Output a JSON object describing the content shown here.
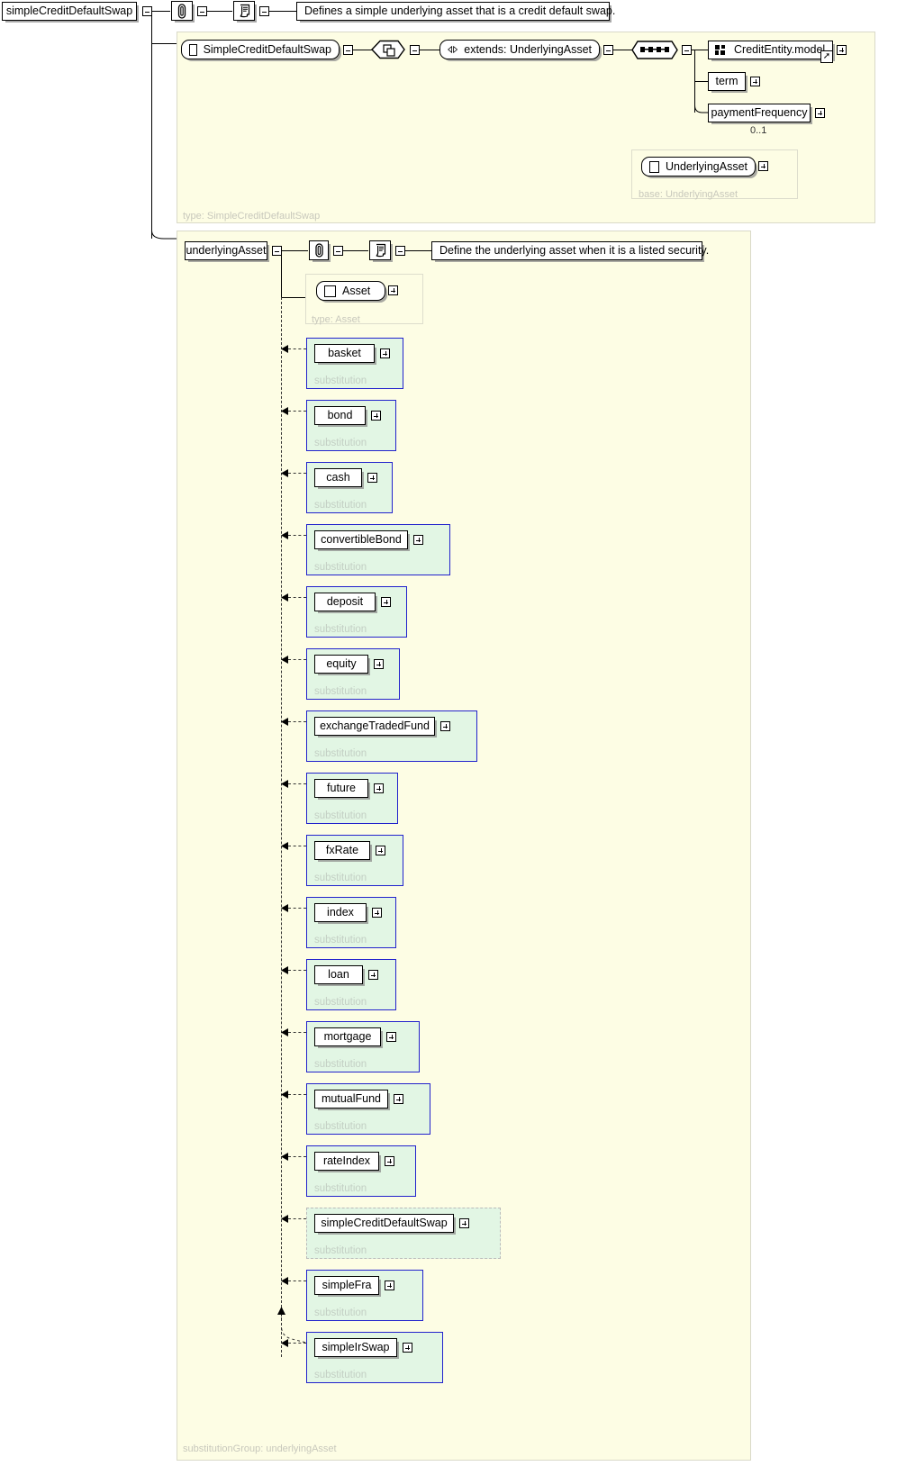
{
  "diagram": {
    "title": "simpleCreditDefaultSwap",
    "root_element": "simpleCreditDefaultSwap",
    "annotation_icon": "paperclip-icon",
    "documentation_icon": "documentation-scroll-icon",
    "documentation": "Defines a simple underlying asset that is a credit default swap.",
    "accent_border": "#2222cc",
    "substitution_fill": "#e2f6e4",
    "region_fill": "#fdfde4"
  },
  "complex_type_region": {
    "type_label": "type: SimpleCreditDefaultSwap",
    "type_name": "SimpleCreditDefaultSwap",
    "extends_label": "extends: UnderlyingAsset",
    "sequence_icon": "sequence-icon",
    "choice_icon": "extension-icon",
    "children": [
      {
        "name": "CreditEntity.model",
        "icon": "model-group-icon",
        "external": true,
        "toggle": "plus"
      },
      {
        "name": "term",
        "toggle": "plus"
      },
      {
        "name": "paymentFrequency",
        "toggle": "plus",
        "occurs": "0..1"
      }
    ],
    "base_box": {
      "name": "UnderlyingAsset",
      "base_label": "base: UnderlyingAsset",
      "toggle": "plus"
    }
  },
  "substitution_region": {
    "element_name": "underlyingAsset",
    "annotation_icon": "paperclip-icon",
    "documentation_icon": "documentation-scroll-icon",
    "documentation": "Define the underlying asset when it is a listed security.",
    "group_label": "substitutionGroup: underlyingAsset",
    "head": {
      "name": "Asset",
      "type_label": "type: Asset",
      "toggle": "plus"
    },
    "substitution_label": "substitution",
    "members": [
      {
        "name": "basket",
        "toggle": "plus",
        "self": false
      },
      {
        "name": "bond",
        "toggle": "plus",
        "self": false
      },
      {
        "name": "cash",
        "toggle": "plus",
        "self": false
      },
      {
        "name": "convertibleBond",
        "toggle": "plus",
        "self": false
      },
      {
        "name": "deposit",
        "toggle": "plus",
        "self": false
      },
      {
        "name": "equity",
        "toggle": "plus",
        "self": false
      },
      {
        "name": "exchangeTradedFund",
        "toggle": "plus",
        "self": false
      },
      {
        "name": "future",
        "toggle": "plus",
        "self": false
      },
      {
        "name": "fxRate",
        "toggle": "plus",
        "self": false
      },
      {
        "name": "index",
        "toggle": "plus",
        "self": false
      },
      {
        "name": "loan",
        "toggle": "plus",
        "self": false
      },
      {
        "name": "mortgage",
        "toggle": "plus",
        "self": false
      },
      {
        "name": "mutualFund",
        "toggle": "plus",
        "self": false
      },
      {
        "name": "rateIndex",
        "toggle": "plus",
        "self": false
      },
      {
        "name": "simpleCreditDefaultSwap",
        "toggle": "plus",
        "self": true
      },
      {
        "name": "simpleFra",
        "toggle": "plus",
        "self": false
      },
      {
        "name": "simpleIrSwap",
        "toggle": "plus",
        "self": false
      }
    ]
  }
}
